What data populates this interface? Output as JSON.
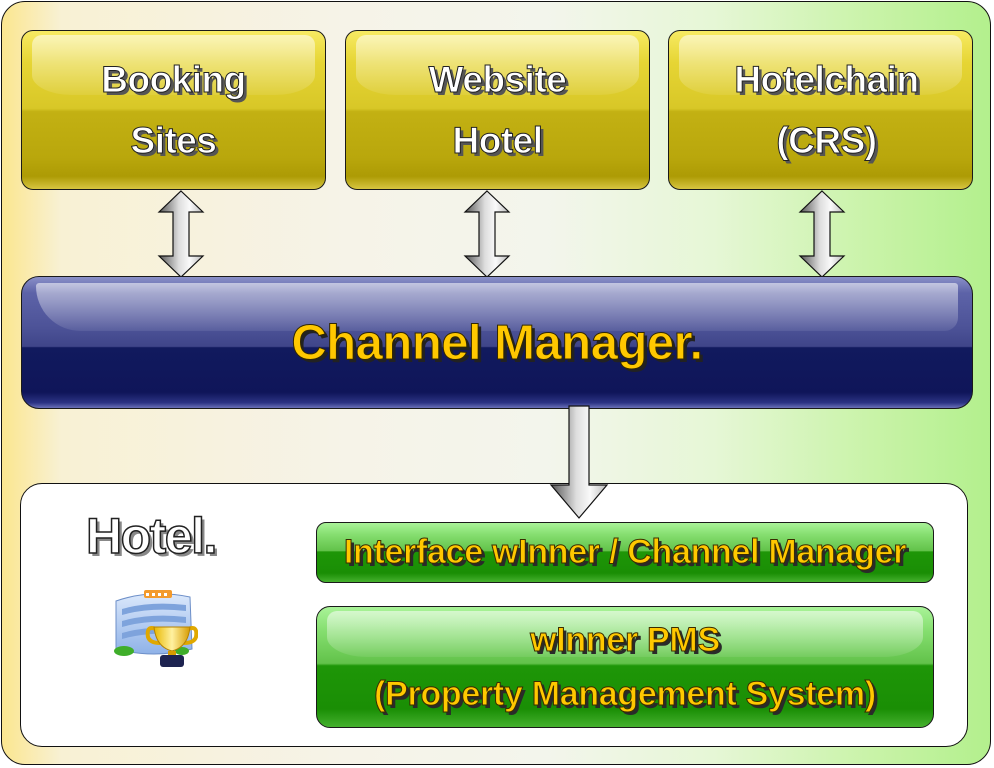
{
  "diagram": {
    "top_boxes": [
      {
        "line1": "Booking",
        "line2": "Sites"
      },
      {
        "line1": "Website",
        "line2": "Hotel"
      },
      {
        "line1": "Hotelchain",
        "line2": "(CRS)"
      }
    ],
    "channel_manager": {
      "label": "Channel Manager."
    },
    "hotel": {
      "title": "Hotel.",
      "icon": "hotel-building-trophy-icon",
      "interface_box": {
        "label": "Interface wInner / Channel Manager"
      },
      "pms_box": {
        "line1": "wInner PMS",
        "line2": "(Property Management System)"
      }
    },
    "connections": [
      {
        "from": "Booking Sites",
        "to": "Channel Manager",
        "direction": "bidirectional"
      },
      {
        "from": "Website Hotel",
        "to": "Channel Manager",
        "direction": "bidirectional"
      },
      {
        "from": "Hotelchain (CRS)",
        "to": "Channel Manager",
        "direction": "bidirectional"
      },
      {
        "from": "Channel Manager",
        "to": "Hotel",
        "direction": "down"
      }
    ],
    "colors": {
      "top_box": "#d8c727",
      "channel_manager": "#1a2266",
      "channel_manager_text": "#ffc800",
      "hotel_boxes": "#1e9607",
      "hotel_box_text": "#ffc800"
    }
  }
}
